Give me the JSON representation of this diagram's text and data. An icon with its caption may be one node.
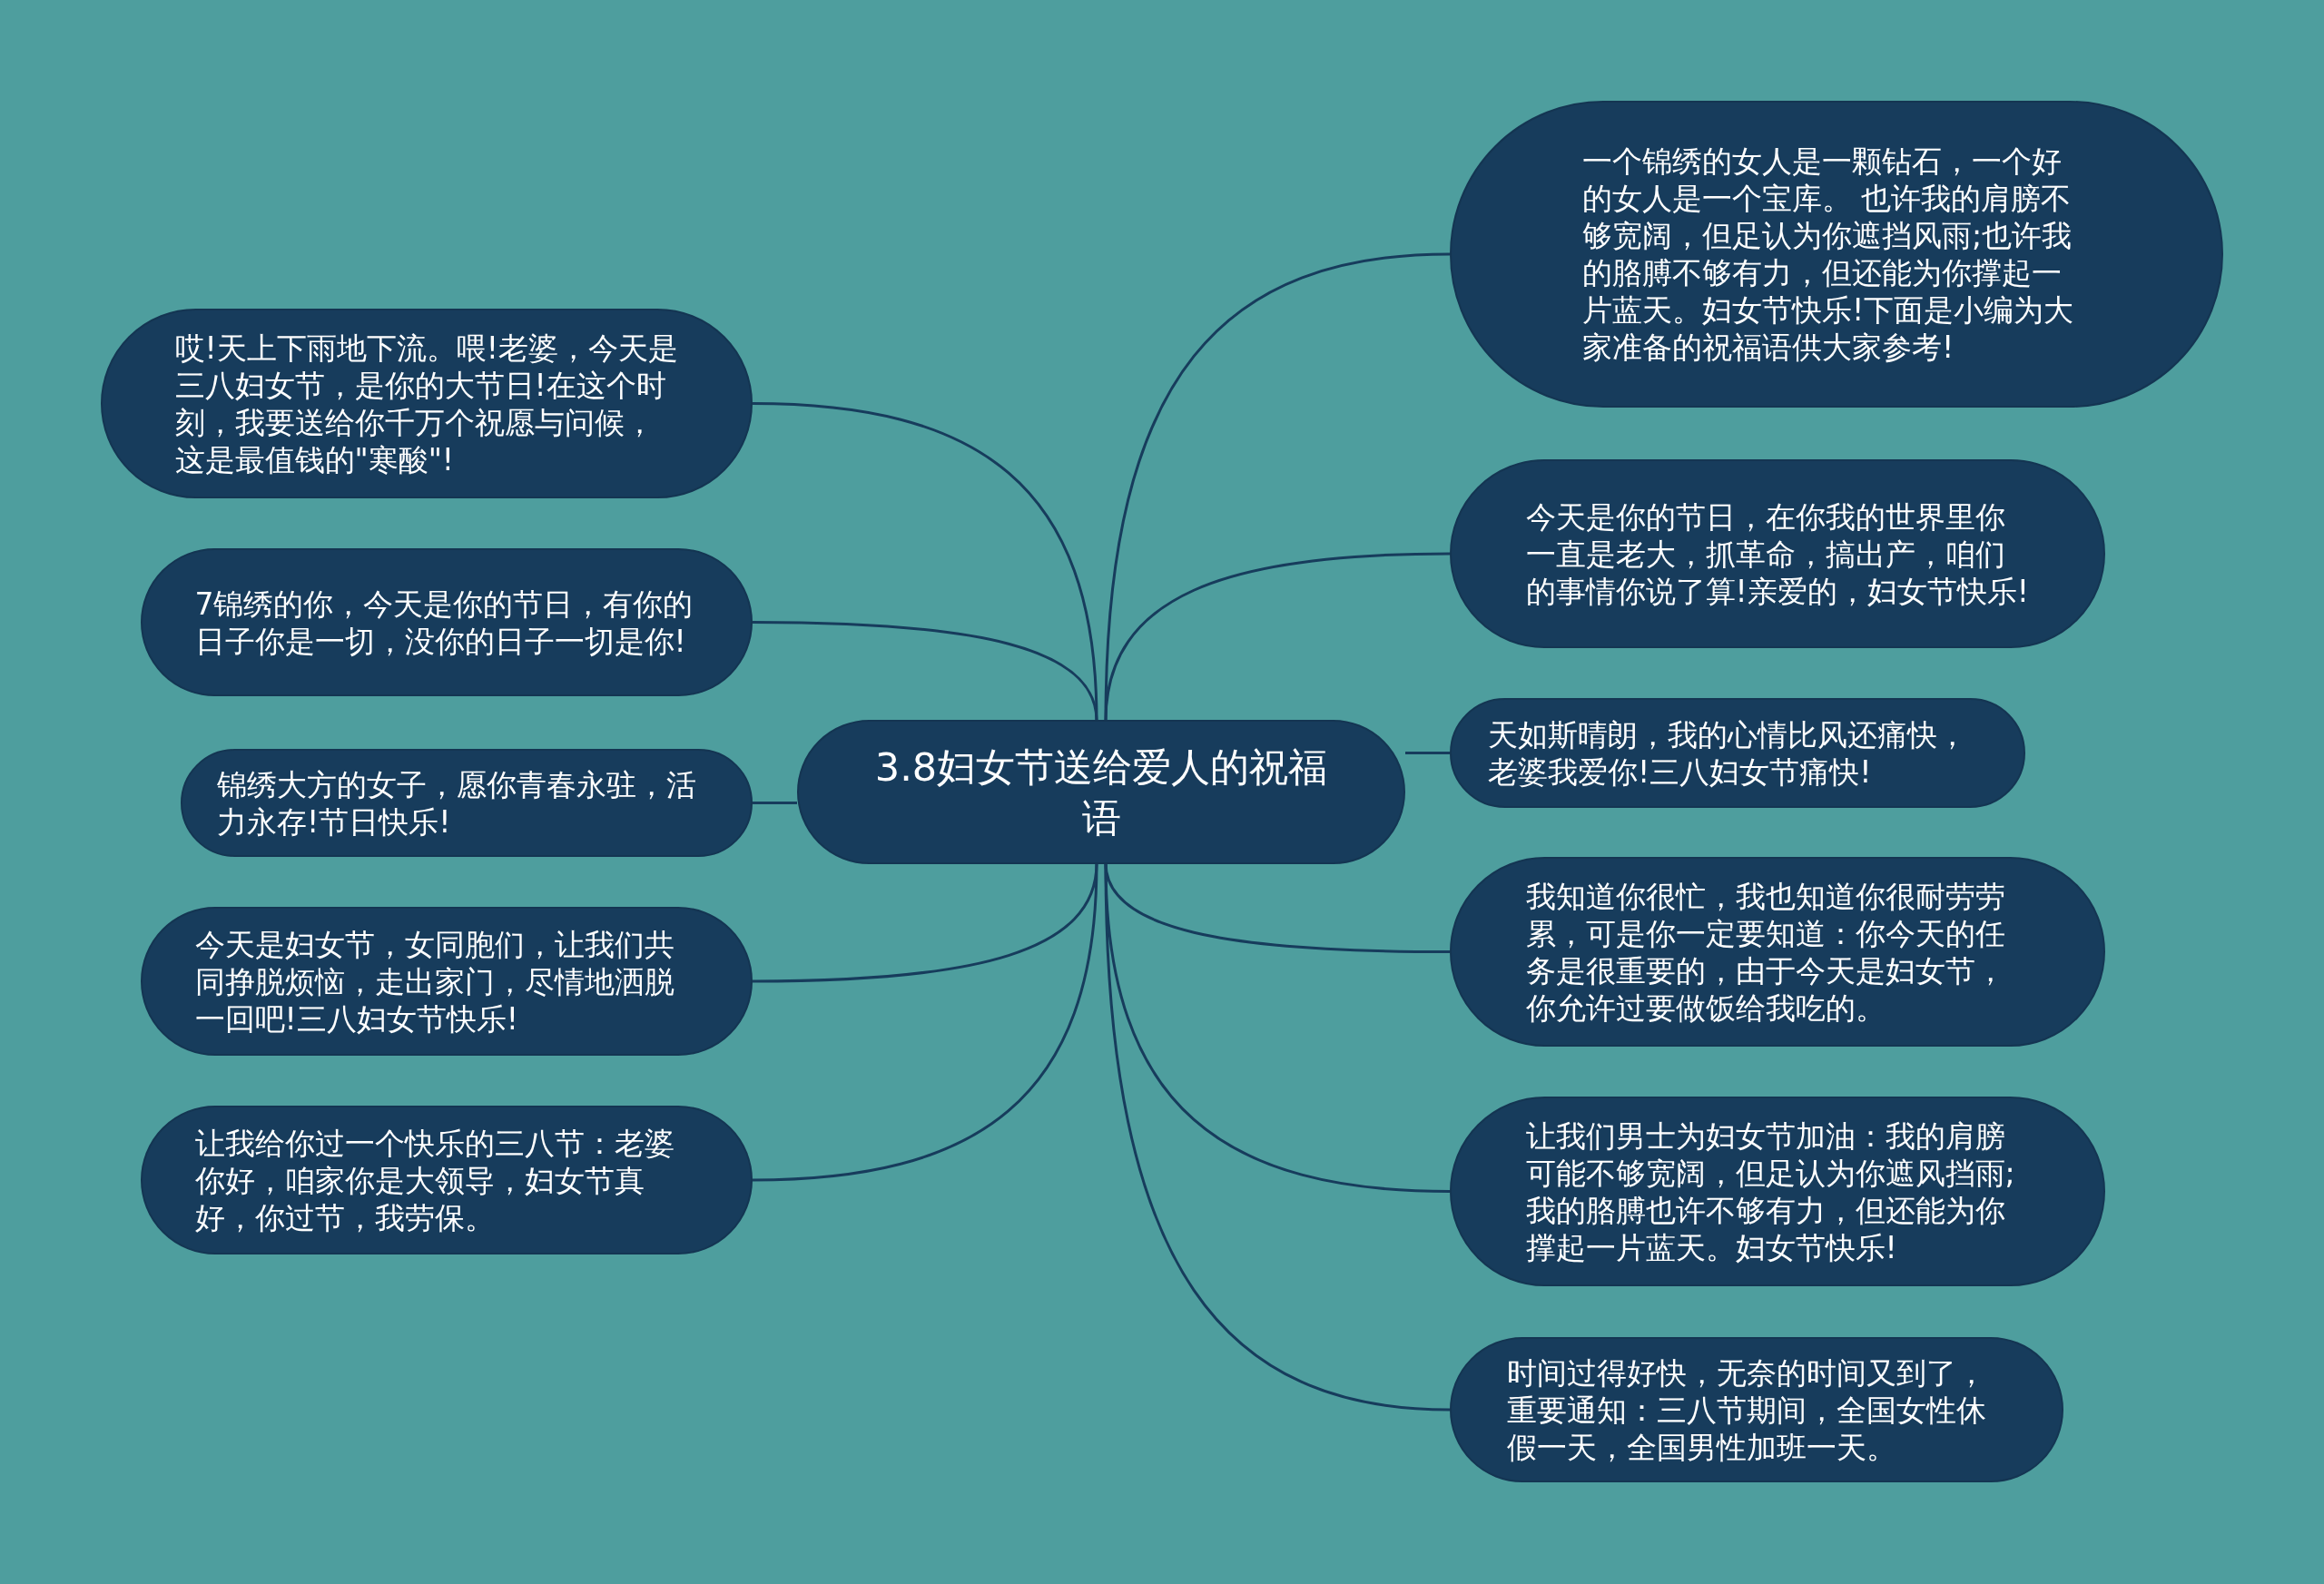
{
  "diagram": {
    "nodes": [
      {
        "text": [
          "3.8妇女节送给爱人的祝福语"
        ]
      },
      {
        "text": [
          "哎!天上下雨地下流。喂!老婆，今天是三八妇女节，是你的大节日!在这个时刻，我要送给你千万个祝愿与问候，这是最值钱的\"寒酸\"!"
        ]
      },
      {
        "text": [
          "7锦绣的你，今天是你的节日，有你的日子你是一切，没你的日子一切是你!"
        ]
      },
      {
        "text": [
          "锦绣大方的女子，愿你青春永驻，活力永存!节日快乐!"
        ]
      },
      {
        "text": [
          "今天是妇女节，女同胞们，让我们共同挣脱烦恼，走出家门，尽情地洒脱一回吧!三八妇女节快乐!"
        ]
      },
      {
        "text": [
          "让我给你过一个快乐的三八节：老婆你好，咱家你是大领导，妇女节真好，你过节，我劳保。"
        ]
      },
      {
        "text": [
          "一个锦绣的女人是一颗钻石，一个好的女人是一个宝库。 也许我的肩膀不够宽阔，但足认为你遮挡风雨;也许我的胳膊不够有力，但还能为你撑起一片蓝天。妇女节快乐!下面是小编为大家准备的祝福语供大家参考!"
        ]
      },
      {
        "text": [
          "今天是你的节日，在你我的世界里你一直是老大，抓革命，搞出产，咱们的事情你说了算!亲爱的，妇女节快乐!"
        ]
      },
      {
        "text": [
          "天如斯晴朗，我的心情比风还痛快，老婆我爱你!三八妇女节痛快!"
        ]
      },
      {
        "text": [
          "我知道你很忙，我也知道你很耐劳劳累，可是你一定要知道：你今天的任务是很重要的，由于今天是妇女节，你允许过要做饭给我吃的。"
        ]
      },
      {
        "text": [
          "让我们男士为妇女节加油：我的肩膀可能不够宽阔，但足认为你遮风挡雨;我的胳膊也许不够有力，但还能为你撑起一片蓝天。妇女节快乐!"
        ]
      },
      {
        "text": [
          "时间过得好快，无奈的时间又到了，重要通知：三八节期间，全国女性休假一天，全国男性加班一天。"
        ]
      }
    ],
    "edges": [
      {
        "from": 0,
        "to": 1,
        "arrow": "none"
      },
      {
        "from": 0,
        "to": 2,
        "arrow": "none"
      },
      {
        "from": 0,
        "to": 3,
        "arrow": "none"
      },
      {
        "from": 0,
        "to": 4,
        "arrow": "none"
      },
      {
        "from": 0,
        "to": 5,
        "arrow": "none"
      },
      {
        "from": 0,
        "to": 6,
        "arrow": "none"
      },
      {
        "from": 0,
        "to": 7,
        "arrow": "none"
      },
      {
        "from": 0,
        "to": 8,
        "arrow": "none"
      },
      {
        "from": 0,
        "to": 9,
        "arrow": "none"
      },
      {
        "from": 0,
        "to": 10,
        "arrow": "none"
      },
      {
        "from": 0,
        "to": 11,
        "arrow": "none"
      }
    ]
  }
}
